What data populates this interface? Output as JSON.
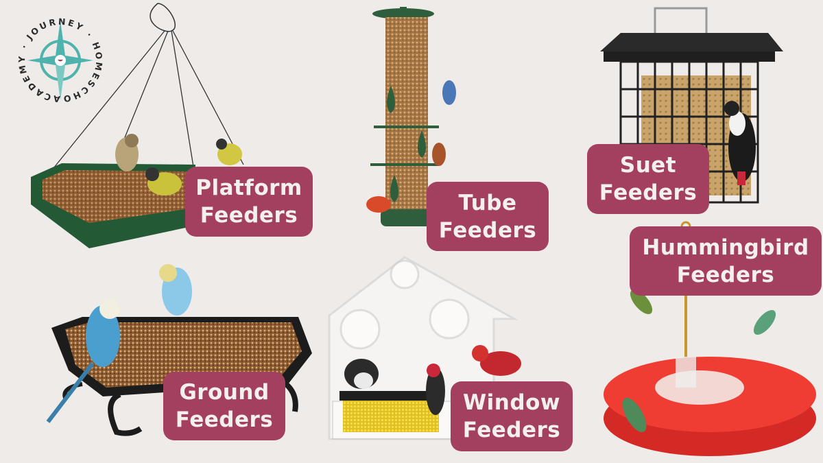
{
  "logo": {
    "text": "ACADEMY · JOURNEY · HOMESCHOOL",
    "colors": {
      "compass": "#4fb3ad",
      "text": "#2b2b2b",
      "accent": "#a3405f"
    }
  },
  "colors": {
    "background": "#eeebe8",
    "label_bg": "#a3405f",
    "label_text": "#f4f0ed"
  },
  "feeders": [
    {
      "id": "platform",
      "line1": "Platform",
      "line2": "Feeders"
    },
    {
      "id": "tube",
      "line1": "Tube",
      "line2": "Feeders"
    },
    {
      "id": "suet",
      "line1": "Suet",
      "line2": "Feeders"
    },
    {
      "id": "hummingbird",
      "line1": "Hummingbird",
      "line2": "Feeders"
    },
    {
      "id": "ground",
      "line1": "Ground",
      "line2": "Feeders"
    },
    {
      "id": "window",
      "line1": "Window",
      "line2": "Feeders"
    }
  ]
}
